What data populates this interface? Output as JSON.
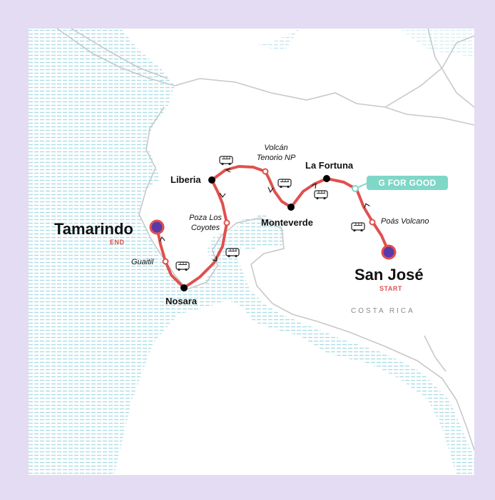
{
  "country": "COSTA RICA",
  "route": {
    "start": {
      "name": "San José",
      "tag": "START"
    },
    "end": {
      "name": "Tamarindo",
      "tag": "END"
    }
  },
  "stops": {
    "la_fortuna": "La Fortuna",
    "monteverde": "Monteverde",
    "liberia": "Liberia",
    "nosara": "Nosara"
  },
  "pois": {
    "poas": "Poás Volcano",
    "tenorio_line1": "Volcán",
    "tenorio_line2": "Tenorio NP",
    "poza_line1": "Poza Los",
    "poza_line2": "Coyotes",
    "guaitil": "Guaitil"
  },
  "badge": {
    "label": "G FOR GOOD"
  },
  "colors": {
    "frame": "#e4dcf2",
    "route": "#e0504e",
    "endpoint_fill": "#5a3aa8",
    "badge": "#7fd7c7",
    "water_lines": "#a8dde6",
    "borders": "#c8c8c8"
  },
  "icons": [
    "bus-icon"
  ]
}
